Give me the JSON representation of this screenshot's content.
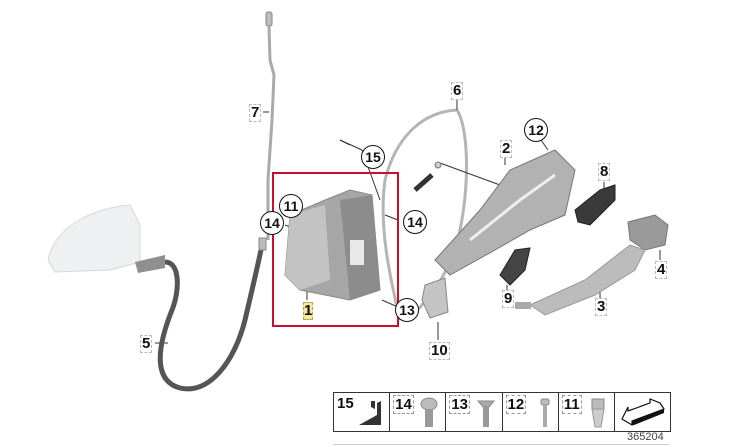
{
  "diagram": {
    "reference_number": "365204",
    "highlight_color": "#c8102e",
    "callouts": [
      {
        "id": "1",
        "label": "1",
        "style": "yellow"
      },
      {
        "id": "2",
        "label": "2",
        "style": "boxed"
      },
      {
        "id": "3",
        "label": "3",
        "style": "boxed"
      },
      {
        "id": "4",
        "label": "4",
        "style": "boxed"
      },
      {
        "id": "5",
        "label": "5",
        "style": "boxed"
      },
      {
        "id": "6",
        "label": "6",
        "style": "boxed"
      },
      {
        "id": "7",
        "label": "7",
        "style": "boxed"
      },
      {
        "id": "8",
        "label": "8",
        "style": "boxed"
      },
      {
        "id": "9",
        "label": "9",
        "style": "boxed"
      },
      {
        "id": "10",
        "label": "10",
        "style": "boxed"
      },
      {
        "id": "11",
        "label": "11",
        "style": "circled"
      },
      {
        "id": "12",
        "label": "12",
        "style": "circled"
      },
      {
        "id": "13",
        "label": "13",
        "style": "circled"
      },
      {
        "id": "14a",
        "label": "14",
        "style": "circled"
      },
      {
        "id": "14b",
        "label": "14",
        "style": "circled"
      },
      {
        "id": "15",
        "label": "15",
        "style": "circled"
      }
    ],
    "legend": [
      {
        "label": "15",
        "icon": "bracket-clip-icon"
      },
      {
        "label": "14",
        "icon": "pan-head-screw-icon"
      },
      {
        "label": "13",
        "icon": "countersunk-screw-icon"
      },
      {
        "label": "12",
        "icon": "long-bolt-icon"
      },
      {
        "label": "11",
        "icon": "expanding-nut-icon"
      },
      {
        "label": "",
        "icon": "direction-arrow-icon"
      }
    ]
  }
}
